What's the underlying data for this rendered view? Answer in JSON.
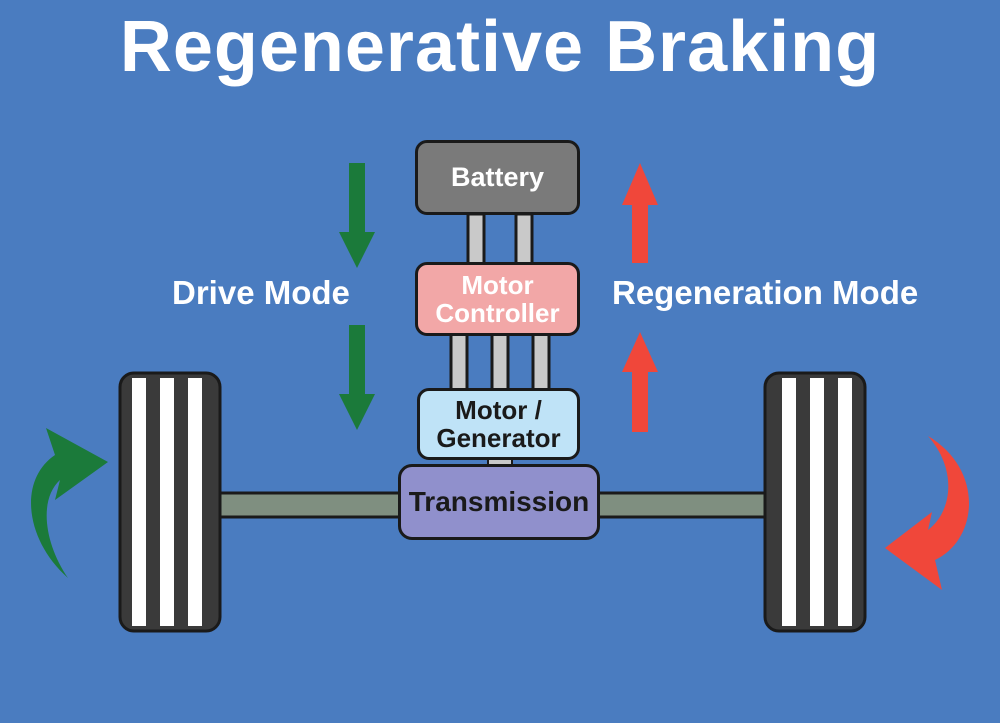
{
  "title": "Regenerative Braking",
  "labels": {
    "drive_mode": "Drive Mode",
    "regen_mode": "Regeneration Mode"
  },
  "components": {
    "battery": "Battery",
    "controller_line1": "Motor",
    "controller_line2": "Controller",
    "motor_line1": "Motor /",
    "motor_line2": "Generator",
    "transmission": "Transmission"
  },
  "colors": {
    "background": "#4a7cc0",
    "drive_arrow": "#1b7a3a",
    "regen_arrow": "#f0473a",
    "battery_fill": "#7a7a7a",
    "controller_fill": "#f2a7a7",
    "controller_text": "#ffffff",
    "motor_fill": "#bfe3f7",
    "transmission_fill": "#9090cc",
    "axle_fill": "#7f8f80",
    "tire_dark": "#3a3a3a",
    "tire_light": "#ffffff"
  }
}
